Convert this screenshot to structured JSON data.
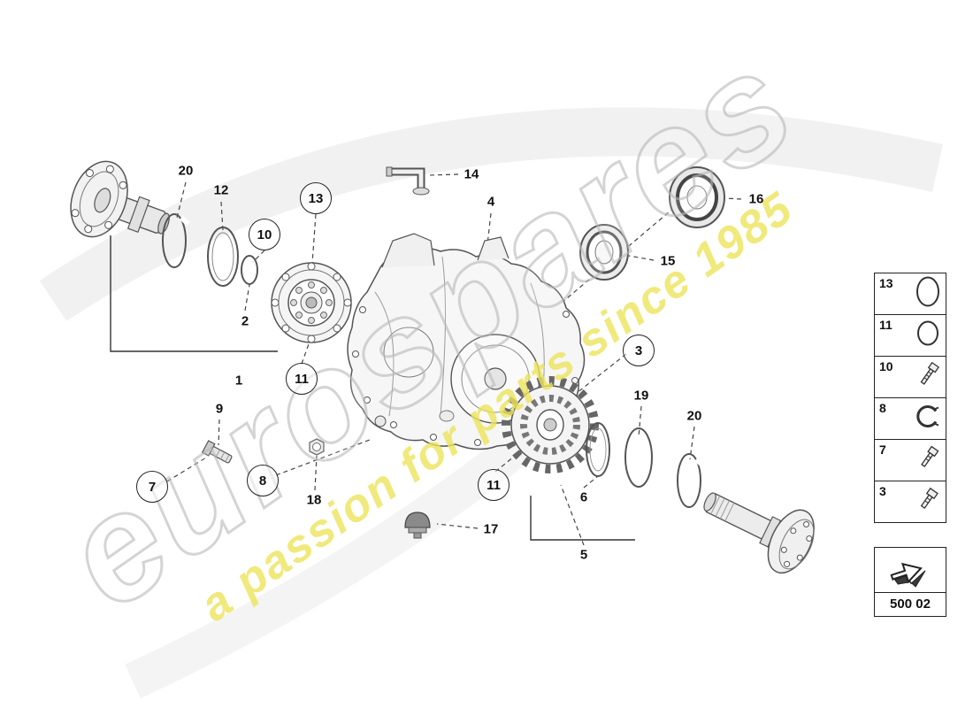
{
  "watermark": {
    "brand": "eurospares",
    "tagline": "a passion for parts since 1985"
  },
  "part_code_box": {
    "code": "500 02",
    "icon": "arrow-3d"
  },
  "legend": {
    "rows": [
      {
        "label": "13",
        "icon": "o-ring-large"
      },
      {
        "label": "11",
        "icon": "o-ring"
      },
      {
        "label": "10",
        "icon": "bolt"
      },
      {
        "label": "8",
        "icon": "clamp-ring"
      },
      {
        "label": "7",
        "icon": "bolt"
      },
      {
        "label": "3",
        "icon": "bolt"
      }
    ]
  },
  "callouts": [
    {
      "label": "20",
      "circled": false
    },
    {
      "label": "12",
      "circled": false
    },
    {
      "label": "13",
      "circled": true
    },
    {
      "label": "10",
      "circled": true
    },
    {
      "label": "2",
      "circled": false
    },
    {
      "label": "1",
      "circled": false
    },
    {
      "label": "11",
      "circled": true
    },
    {
      "label": "14",
      "circled": false
    },
    {
      "label": "4",
      "circled": false
    },
    {
      "label": "16",
      "circled": false
    },
    {
      "label": "15",
      "circled": false
    },
    {
      "label": "3",
      "circled": true
    },
    {
      "label": "19",
      "circled": false
    },
    {
      "label": "20",
      "circled": false
    },
    {
      "label": "9",
      "circled": false
    },
    {
      "label": "7",
      "circled": true
    },
    {
      "label": "8",
      "circled": true
    },
    {
      "label": "18",
      "circled": false
    },
    {
      "label": "17",
      "circled": false
    },
    {
      "label": "11",
      "circled": true
    },
    {
      "label": "6",
      "circled": false
    },
    {
      "label": "5",
      "circled": false
    }
  ]
}
